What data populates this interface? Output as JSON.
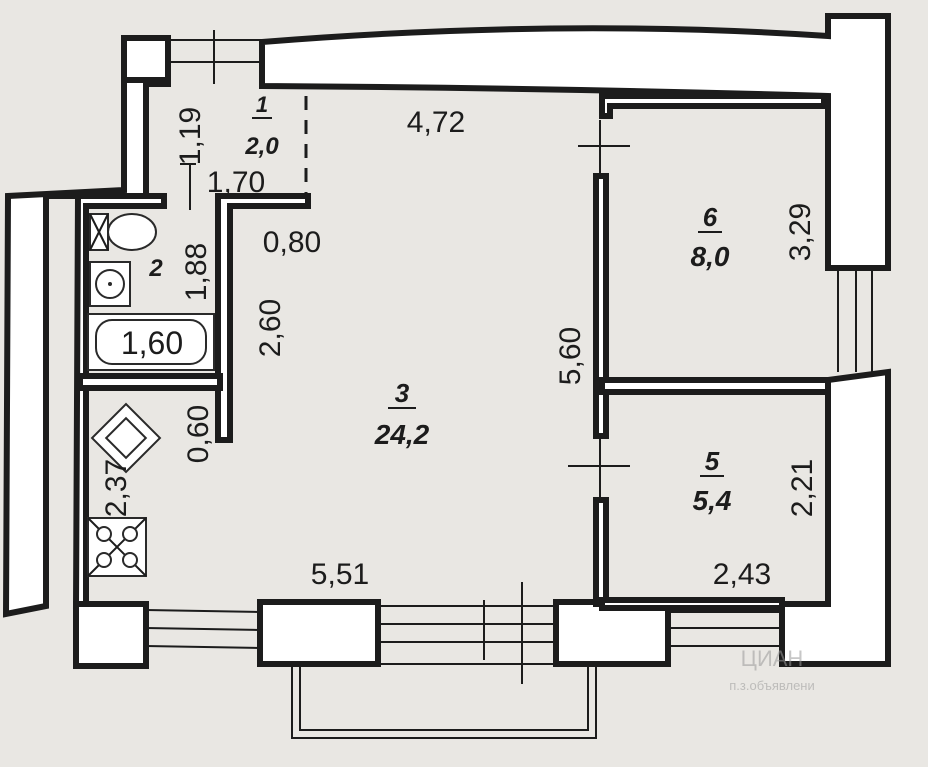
{
  "rooms": [
    {
      "number": "1",
      "area": "2,0"
    },
    {
      "number": "2",
      "area": ""
    },
    {
      "number": "3",
      "area": "24,2"
    },
    {
      "number": "5",
      "area": "5,4"
    },
    {
      "number": "6",
      "area": "8,0"
    }
  ],
  "dimensions": {
    "hall_depth": "1,19",
    "hall_width": "1,70",
    "room3_top": "4,72",
    "room3_bottom": "5,51",
    "room3_height": "5,60",
    "opening_top": "0,80",
    "partition_length": "2,60",
    "partition_short": "0,60",
    "bath_height": "1,88",
    "bath_length": "1,60",
    "kitchen_wall": "2,37",
    "room6_height": "3,29",
    "room5_height": "2,21",
    "room5_width": "2,43"
  },
  "watermark": {
    "brand": "ЦИАН",
    "sub": "п.з.объявлени"
  }
}
